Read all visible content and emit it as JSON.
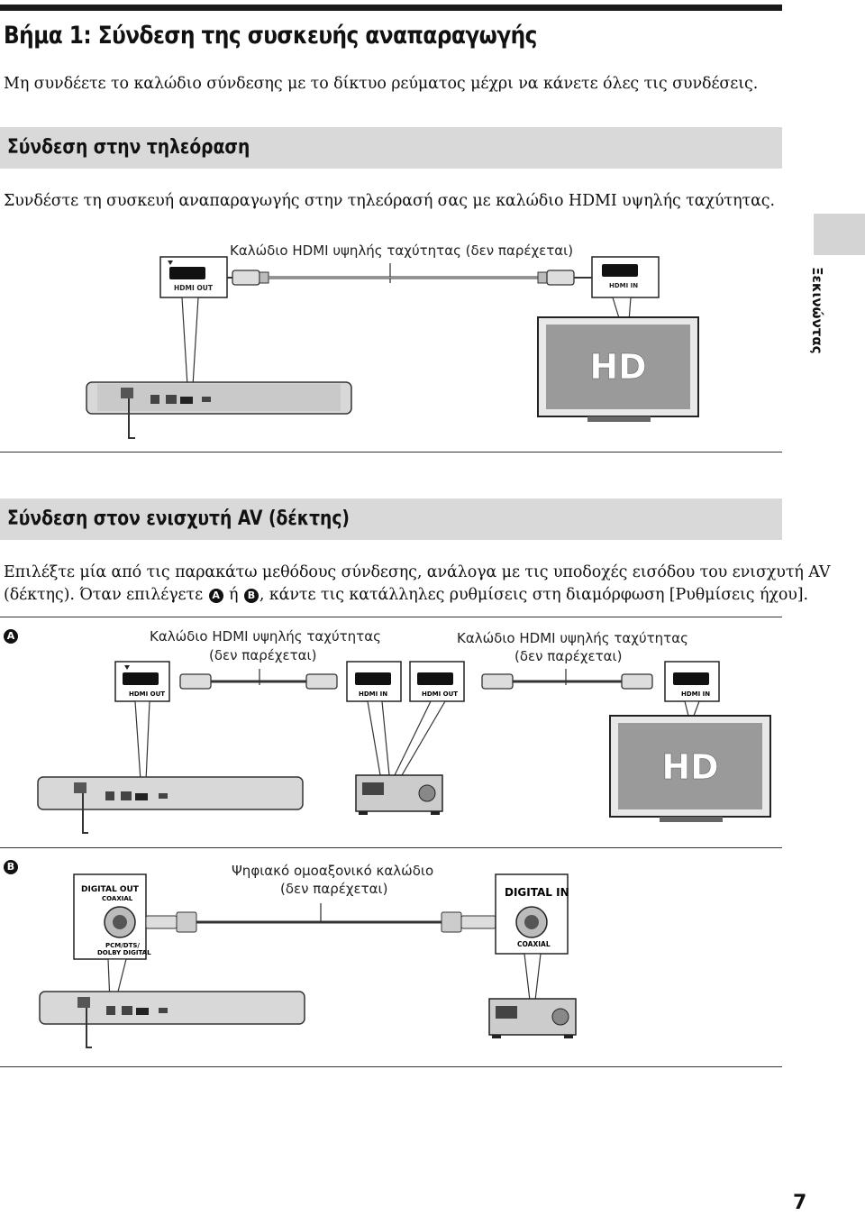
{
  "page": {
    "title": "Βήμα 1: Σύνδεση της συσκευής αναπαραγωγής",
    "intro": "Μη συνδέετε το καλώδιο σύνδεσης με το δίκτυο ρεύματος μέχρι να κάνετε όλες τις συνδέσεις.",
    "side_tab": "Ξεκινώντας",
    "page_number": "7"
  },
  "tv_section": {
    "heading": "Σύνδεση στην τηλεόραση",
    "text": "Συνδέστε τη συσκευή αναπαραγωγής στην τηλεόρασή σας με καλώδιο HDMI υψηλής ταχύτητας.",
    "cable_caption": "Καλώδιο HDMI υψηλής ταχύτητας (δεν παρέχεται)",
    "port_out": "HDMI OUT",
    "port_in": "HDMI IN",
    "tv_logo": "HD"
  },
  "av_section": {
    "heading": "Σύνδεση στον ενισχυτή AV (δέκτης)",
    "text_line1": "Επιλέξτε μία από τις παρακάτω μεθόδους σύνδεσης, ανάλογα με τις υποδοχές εισόδου του ενισχυτή AV",
    "text_line2_a": "(δέκτης). Όταν επιλέγετε",
    "text_line2_b": "ή",
    "text_line2_c": ", κάντε τις κατάλληλες ρυθμίσεις στη διαμόρφωση [Ρυθμίσεις ήχου].",
    "marker_a": "A",
    "marker_b": "B"
  },
  "diagram_a": {
    "cable1_line1": "Καλώδιο HDMI υψηλής ταχύτητας",
    "cable1_line2": "(δεν παρέχεται)",
    "cable2_line1": "Καλώδιο HDMI υψηλής ταχύτητας",
    "cable2_line2": "(δεν παρέχεται)",
    "port1": "HDMI OUT",
    "port2": "HDMI IN",
    "port3": "HDMI OUT",
    "port4": "HDMI IN",
    "tv_logo": "HD"
  },
  "diagram_b": {
    "cable_line1": "Ψηφιακό ομοαξονικό καλώδιο",
    "cable_line2": "(δεν παρέχεται)",
    "out_label": "DIGITAL OUT",
    "out_sub": "COAXIAL",
    "out_formats_1": "PCM/DTS/",
    "out_formats_2": "DOLBY DIGITAL",
    "in_label": "DIGITAL IN",
    "in_sub": "COAXIAL"
  }
}
